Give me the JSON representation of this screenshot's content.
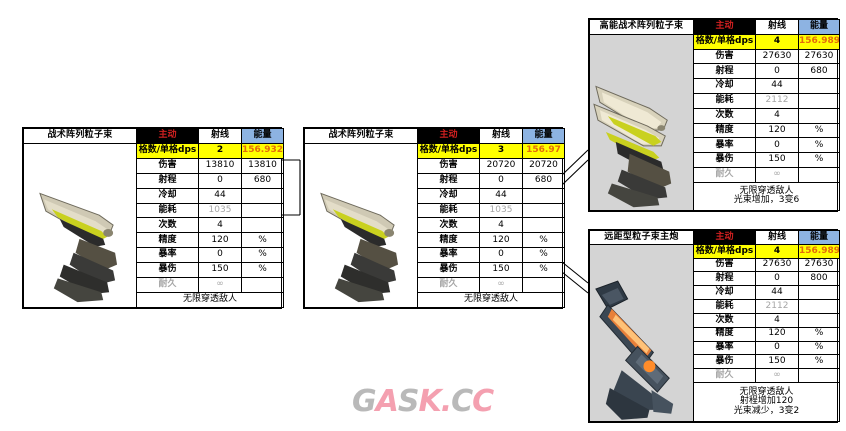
{
  "meta": {
    "watermark": "GASK.CC",
    "watermark_letters": [
      "G",
      "A",
      "S",
      "K",
      ".",
      "C",
      "C"
    ]
  },
  "columns": {
    "active": "主动",
    "ray": "射线",
    "energy": "能量"
  },
  "row_labels": {
    "dps": "格数/单格dps",
    "damage": "伤害",
    "range": "射程",
    "cooldown": "冷却",
    "energy_cost": "能耗",
    "shots": "次数",
    "accuracy": "精度",
    "crit_rate": "暴率",
    "crit_damage": "暴伤",
    "durability": "耐久"
  },
  "units": {
    "percent": "%",
    "infinity": "∞",
    "blank": ""
  },
  "cards": [
    {
      "id": "tactical-array-particle-beam-lv1",
      "title": "战术阵列粒子束",
      "rows": {
        "dps": {
          "ray": "2",
          "energy": "156.932"
        },
        "damage": {
          "ray": "13810",
          "energy": "13810"
        },
        "range": {
          "ray": "0",
          "energy": "680"
        },
        "cooldown": {
          "ray": "44",
          "energy": ""
        },
        "energy_cost": {
          "ray": "1035",
          "energy": ""
        },
        "shots": {
          "ray": "4",
          "energy": ""
        },
        "accuracy": {
          "ray": "120",
          "energy": "%"
        },
        "crit_rate": {
          "ray": "0",
          "energy": "%"
        },
        "crit_damage": {
          "ray": "150",
          "energy": "%"
        },
        "durability": {
          "ray": "∞",
          "energy": ""
        }
      },
      "footer": [
        "无限穿透敌人"
      ]
    },
    {
      "id": "tactical-array-particle-beam-lv2",
      "title": "战术阵列粒子束",
      "rows": {
        "dps": {
          "ray": "3",
          "energy": "156.97"
        },
        "damage": {
          "ray": "20720",
          "energy": "20720"
        },
        "range": {
          "ray": "0",
          "energy": "680"
        },
        "cooldown": {
          "ray": "44",
          "energy": ""
        },
        "energy_cost": {
          "ray": "1035",
          "energy": ""
        },
        "shots": {
          "ray": "4",
          "energy": ""
        },
        "accuracy": {
          "ray": "120",
          "energy": "%"
        },
        "crit_rate": {
          "ray": "0",
          "energy": "%"
        },
        "crit_damage": {
          "ray": "150",
          "energy": "%"
        },
        "durability": {
          "ray": "∞",
          "energy": ""
        }
      },
      "footer": [
        "无限穿透敌人"
      ]
    },
    {
      "id": "high-energy-tactical-array-particle-beam",
      "title": "高能战术阵列粒子束",
      "rows": {
        "dps": {
          "ray": "4",
          "energy": "156.989"
        },
        "damage": {
          "ray": "27630",
          "energy": "27630"
        },
        "range": {
          "ray": "0",
          "energy": "680"
        },
        "cooldown": {
          "ray": "44",
          "energy": ""
        },
        "energy_cost": {
          "ray": "2112",
          "energy": ""
        },
        "shots": {
          "ray": "4",
          "energy": ""
        },
        "accuracy": {
          "ray": "120",
          "energy": "%"
        },
        "crit_rate": {
          "ray": "0",
          "energy": "%"
        },
        "crit_damage": {
          "ray": "150",
          "energy": "%"
        },
        "durability": {
          "ray": "∞",
          "energy": ""
        }
      },
      "footer": [
        "无限穿透敌人",
        "光束增加，3变6"
      ]
    },
    {
      "id": "long-range-particle-beam-main-cannon",
      "title": "远距型粒子束主炮",
      "rows": {
        "dps": {
          "ray": "4",
          "energy": "156.989"
        },
        "damage": {
          "ray": "27630",
          "energy": "27630"
        },
        "range": {
          "ray": "0",
          "energy": "800"
        },
        "cooldown": {
          "ray": "44",
          "energy": ""
        },
        "energy_cost": {
          "ray": "2112",
          "energy": ""
        },
        "shots": {
          "ray": "4",
          "energy": ""
        },
        "accuracy": {
          "ray": "120",
          "energy": "%"
        },
        "crit_rate": {
          "ray": "0",
          "energy": "%"
        },
        "crit_damage": {
          "ray": "150",
          "energy": "%"
        },
        "durability": {
          "ray": "∞",
          "energy": ""
        }
      },
      "footer": [
        "无限穿透敌人",
        "射程增加120",
        "光束减少，3变2"
      ]
    }
  ],
  "colors": {
    "header_active_bg": "#000000",
    "header_active_text": "#d02020",
    "header_energy_bg": "#8db3e2",
    "highlight_row_bg": "#ffff00",
    "highlight_energy_text": "#e36c0a",
    "dim_text": "#a6a6a6",
    "image_bg_grey": "#d4d4d4",
    "image_bg_white": "#ffffff",
    "watermark_pink": "#f4a0b0",
    "watermark_grey": "#b9b9b9"
  }
}
